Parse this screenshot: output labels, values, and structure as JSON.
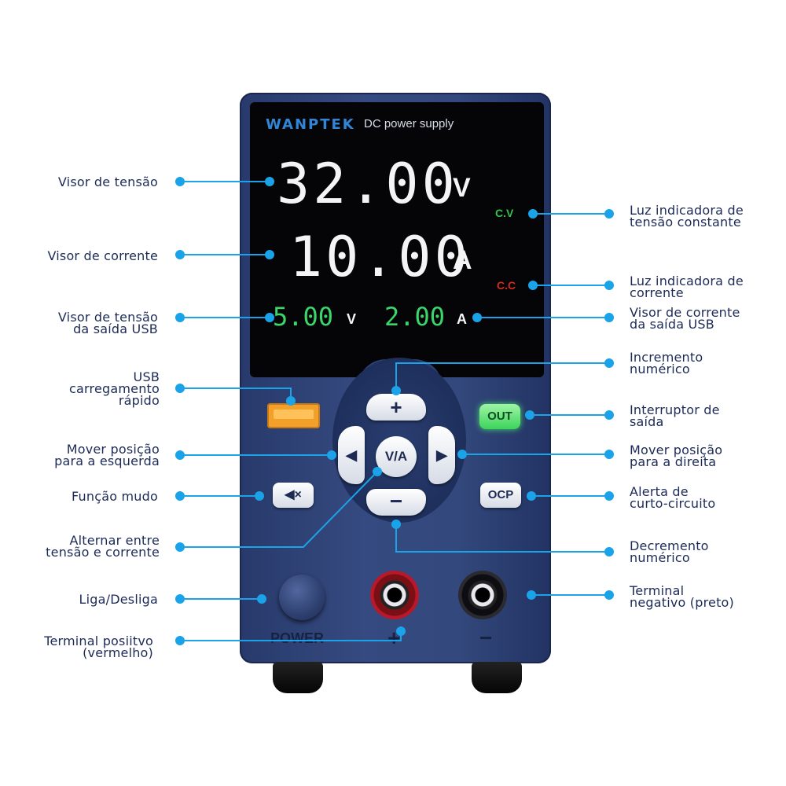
{
  "brand": "WANPTEK",
  "subtitle": "DC power supply",
  "display": {
    "voltage": "32.00",
    "voltage_unit": "V",
    "current": "10.00",
    "current_unit": "A",
    "usb_voltage": "5.00",
    "usb_voltage_unit": "V",
    "usb_current": "2.00",
    "usb_current_unit": "A",
    "cv": "C.V",
    "cc": "C.C"
  },
  "buttons": {
    "plus": "+",
    "minus": "−",
    "left": "◀",
    "right": "▶",
    "va": "V/A",
    "out": "OUT",
    "ocp": "OCP",
    "mute": "◀×",
    "power": "POWER",
    "terminal_plus": "+",
    "terminal_minus": "−"
  },
  "labels_left": [
    "Visor de tensão",
    "Visor de corrente",
    "Visor de tensão\nda saída USB",
    "USB\ncarregamento\nrápido",
    "Mover posição\npara a esquerda",
    "Função mudo",
    "Alternar entre\ntensão e corrente",
    "Liga/Desliga",
    "Terminal posiitvo\n(vermelho)"
  ],
  "labels_right": [
    "Luz indicadora de\ntensão constante",
    "Luz indicadora de\ncorrente",
    "Visor de corrente\nda saída USB",
    "Incremento\nnumérico",
    "Interruptor de\nsaída",
    "Mover posição\npara a direita",
    "Alerta de\ncurto-circuito",
    "Decremento\nnumérico",
    "Terminal\nnegativo (preto)"
  ],
  "colors": {
    "callout_line": "#1aa3e8",
    "label_text": "#1c2a57",
    "display_white": "#f4f4f4",
    "display_green": "#3ad66a",
    "cv_green": "#34c24a",
    "cc_red": "#d42b1e",
    "out_green": "#3cd35b",
    "usb_orange": "#f3a02b"
  }
}
